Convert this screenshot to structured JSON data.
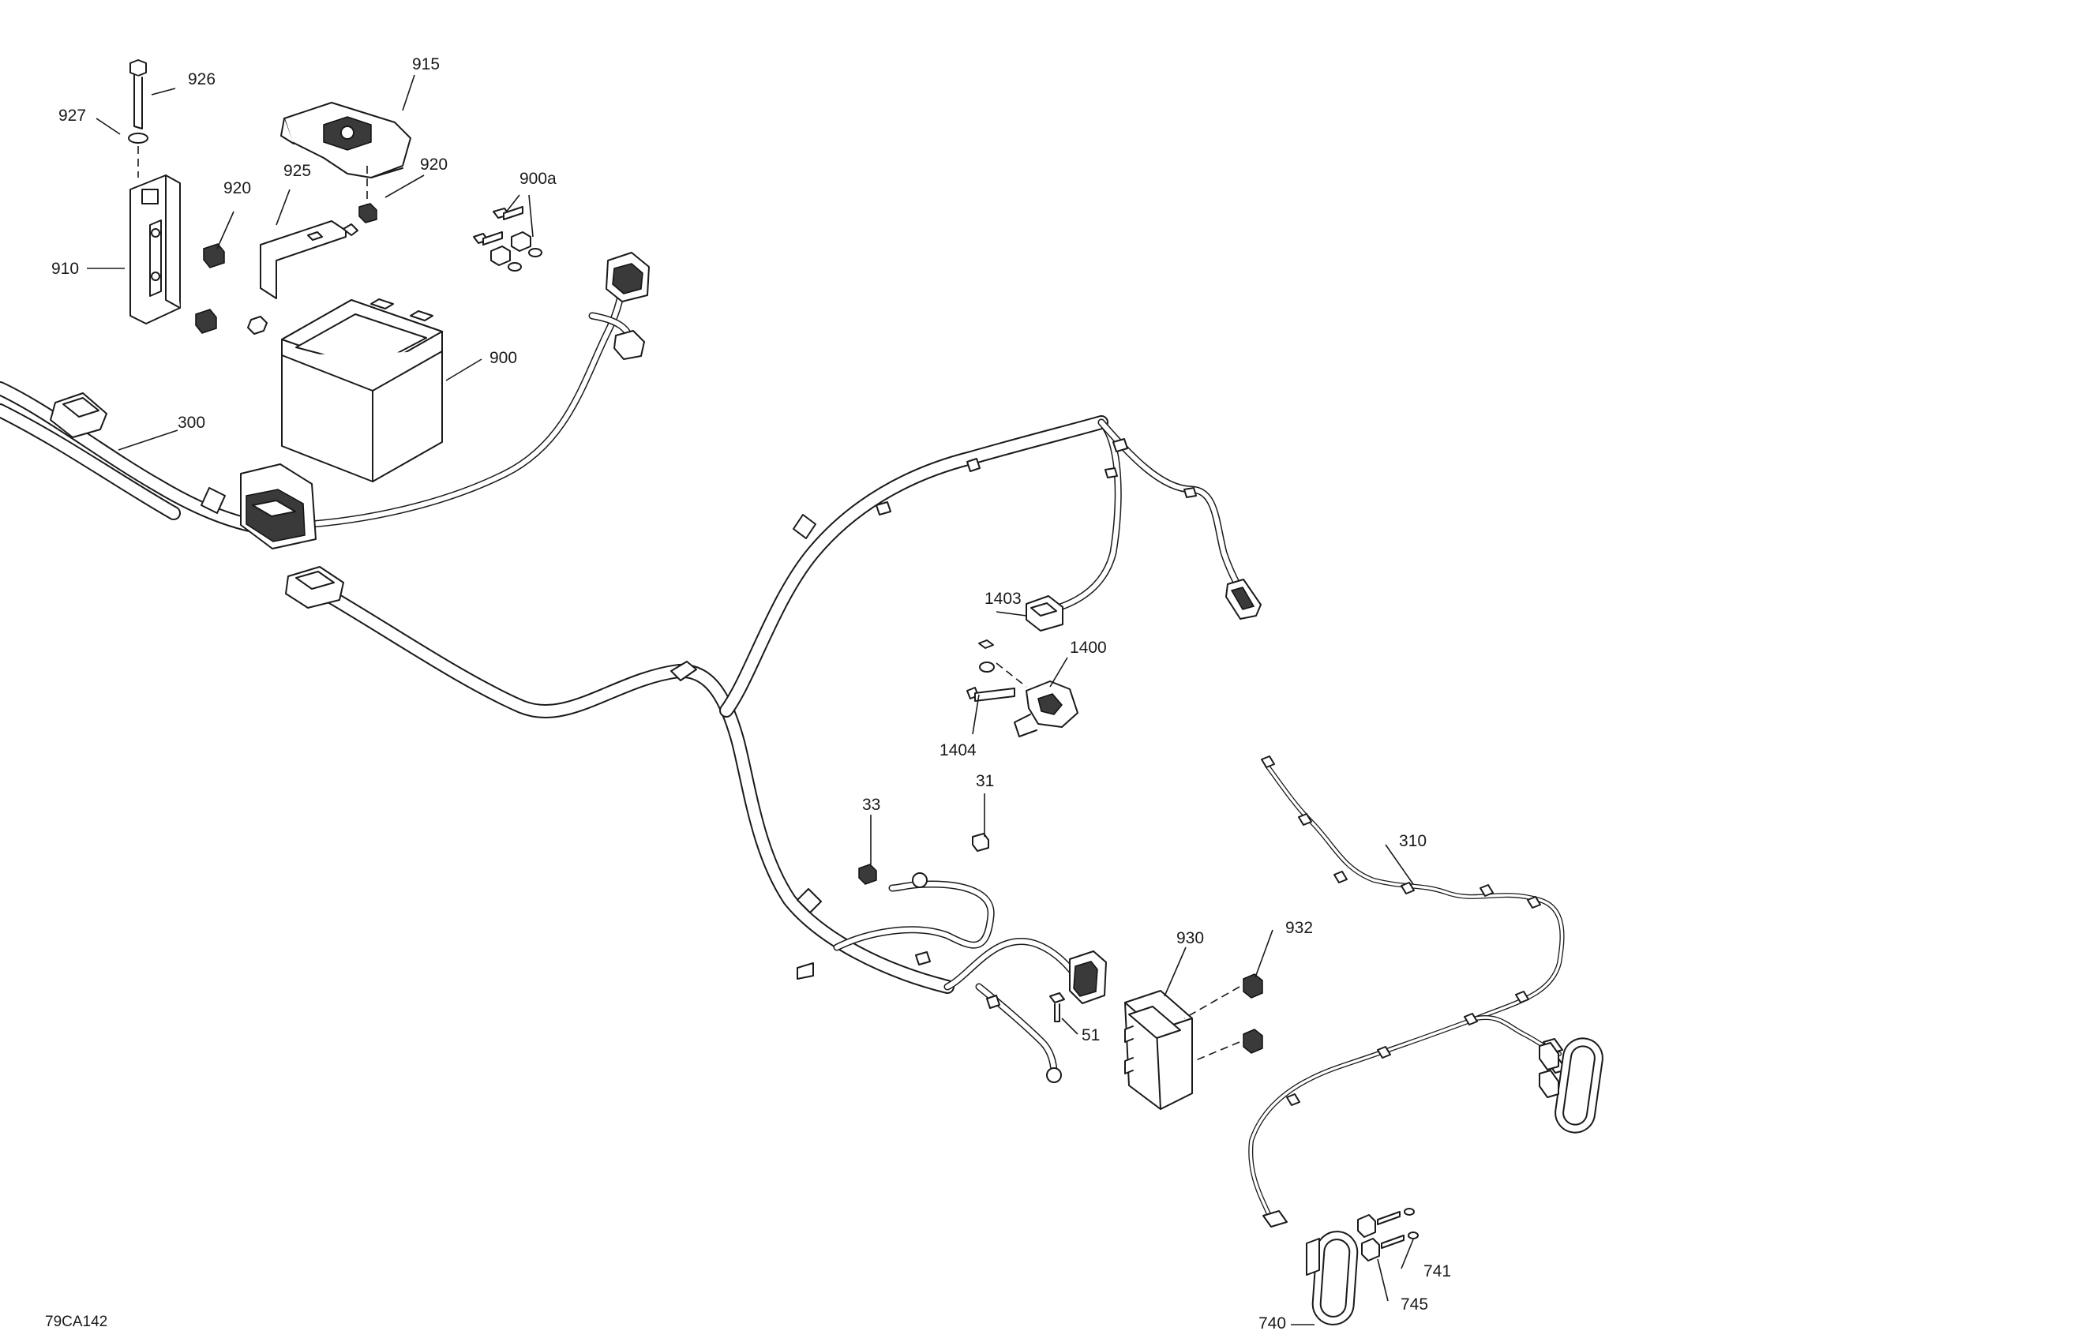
{
  "callouts": {
    "c926": "926",
    "c927": "927",
    "c915": "915",
    "c920a": "920",
    "c920b": "920",
    "c925": "925",
    "c900a": "900a",
    "c910": "910",
    "c900": "900",
    "c300": "300",
    "c1403": "1403",
    "c1400": "1400",
    "c1404": "1404",
    "c31": "31",
    "c33": "33",
    "c310": "310",
    "c930": "930",
    "c932": "932",
    "c51": "51",
    "c741": "741",
    "c745": "745",
    "c740": "740"
  },
  "drawing_ref": "79CA142"
}
